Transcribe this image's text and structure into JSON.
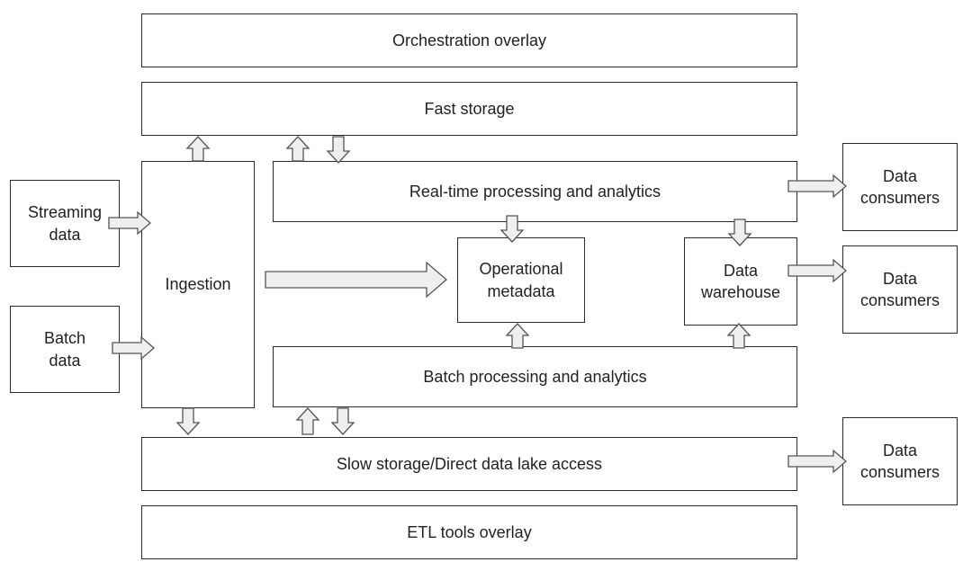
{
  "diagram": {
    "orchestration": "Orchestration overlay",
    "fast_storage": "Fast storage",
    "streaming": "Streaming\ndata",
    "batch_data": "Batch\ndata",
    "ingestion": "Ingestion",
    "realtime": "Real-time processing and analytics",
    "op_metadata": "Operational\nmetadata",
    "warehouse": "Data\nwarehouse",
    "batch_processing": "Batch processing and analytics",
    "slow_storage": "Slow storage/Direct data lake access",
    "etl": "ETL tools overlay",
    "consumers": [
      "Data\nconsumers",
      "Data\nconsumers",
      "Data\nconsumers"
    ]
  },
  "colors": {
    "border": "#2b2b2b",
    "arrow_fill": "#efefef",
    "arrow_stroke": "#555555"
  }
}
